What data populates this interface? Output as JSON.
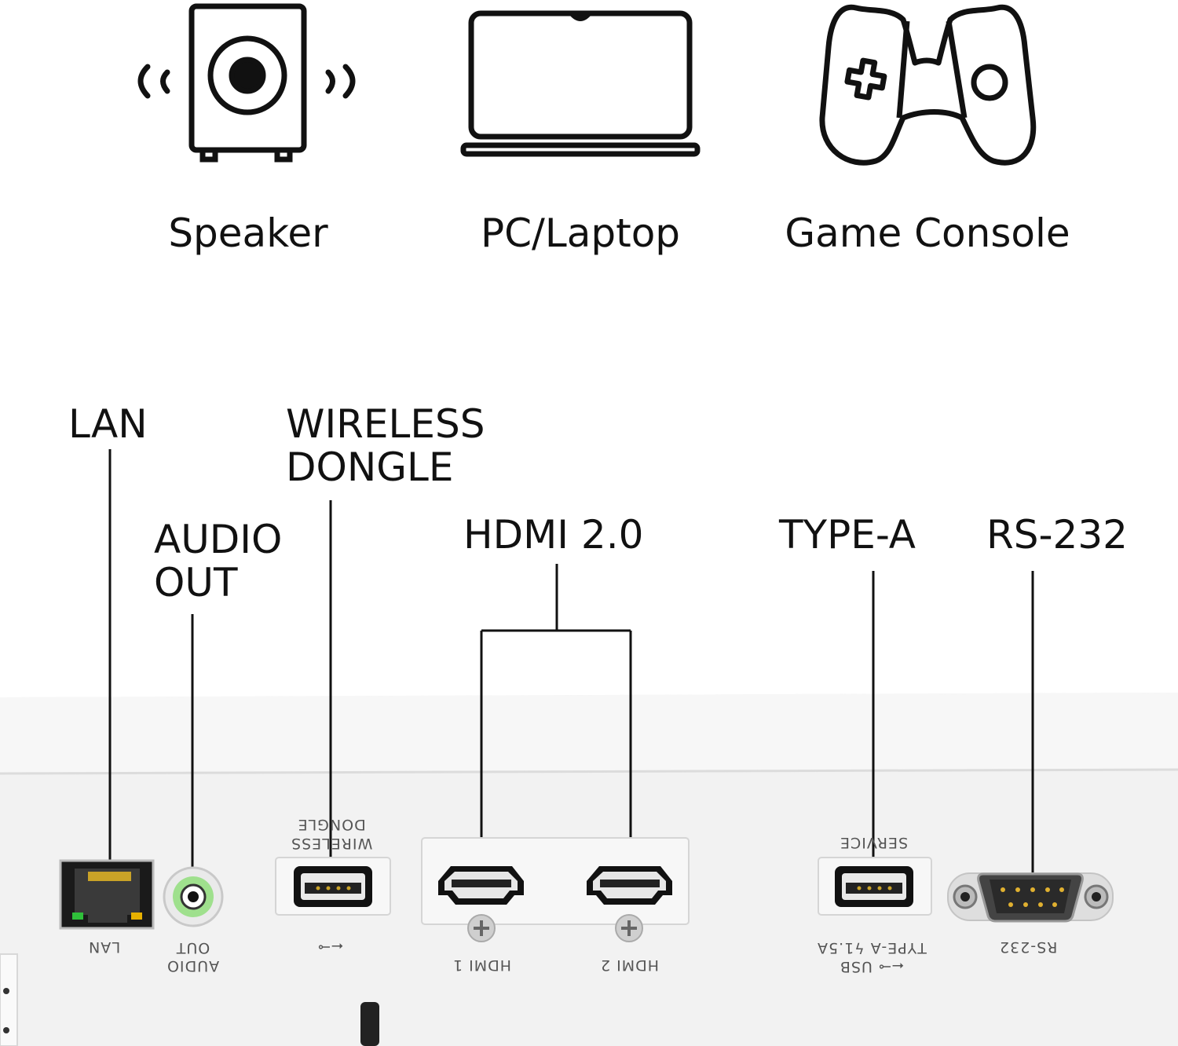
{
  "devices": {
    "speaker": "Speaker",
    "laptop": "PC/Laptop",
    "console": "Game Console"
  },
  "callouts": {
    "lan": "LAN",
    "wireless_line1": "WIRELESS",
    "wireless_line2": "DONGLE",
    "audio_line1": "AUDIO",
    "audio_line2": "OUT",
    "hdmi": "HDMI 2.0",
    "typea": "TYPE-A",
    "rs232": "RS-232"
  },
  "panel_labels": {
    "lan": "LAN",
    "audio_line1": "AUDIO",
    "audio_line2": "OUT",
    "wireless_line1": "WIRELESS",
    "wireless_line2": "DONGLE",
    "usb_symbol": "⭠⊸",
    "hdmi1": "HDMI 1",
    "hdmi2": "HDMI 2",
    "service": "SERVICE",
    "usb_line1": "⭠⊸ USB",
    "usb_line2": "TYPE-A ϟ1.5A",
    "rs232": "RS-232"
  }
}
